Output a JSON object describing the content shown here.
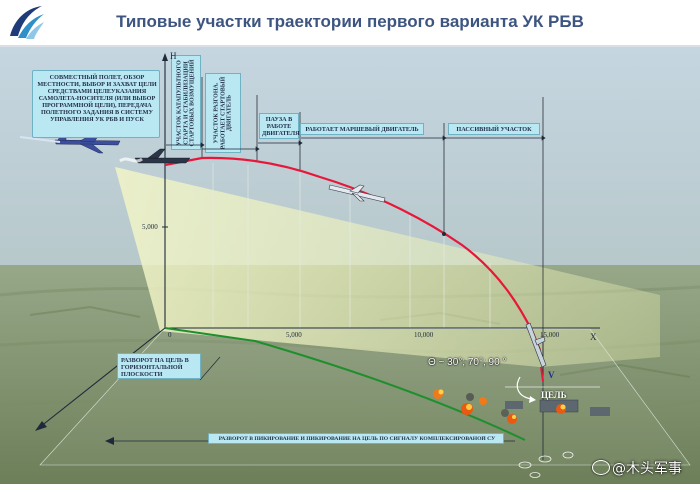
{
  "title": "Типовые участки траектории первого варианта УК РБВ",
  "info_box": "Совместный полет, обзор местности, выбор и захват цели средствами целеуказания самолета-носителя (или выбор программной цели), передача полетного задания в систему управления УК РБВ и пуск",
  "phases": [
    {
      "text": "Участок катапультного старта и стабилизации стартовых возмущений"
    },
    {
      "text": "Участок разгона. Работает стартовый двигатель"
    },
    {
      "text": "Пауза в работе двигателя"
    },
    {
      "text": "Работает маршевый двигатель"
    },
    {
      "text": "Пассивный участок"
    }
  ],
  "axes": {
    "y_label": "H",
    "x_label": "X",
    "z_label": "V",
    "y_ticks": [
      {
        "value": 5000,
        "label": "5,000"
      }
    ],
    "x_ticks": [
      {
        "value": 0,
        "label": "0"
      },
      {
        "value": 5000,
        "label": "5,000"
      },
      {
        "value": 10000,
        "label": "10,000"
      },
      {
        "value": 15000,
        "label": "15,000"
      }
    ]
  },
  "ground_label": "Разворот на цель в горизонтальной плоскости",
  "dive_label": "Разворот в пикирование и пикирование на цель по сигналу комплексированой СУ",
  "target_label": "Цель",
  "angle_text": "Θ ~ 30°; 70°; 90 °",
  "watermark": "@木头军事",
  "colors": {
    "title": "#3d5580",
    "trajectory": "#e8173a",
    "ground_track": "#1f8f2e",
    "label_box": "#b9e7f2",
    "sky": "#c2d3dd",
    "ground": "#8b9f78"
  }
}
